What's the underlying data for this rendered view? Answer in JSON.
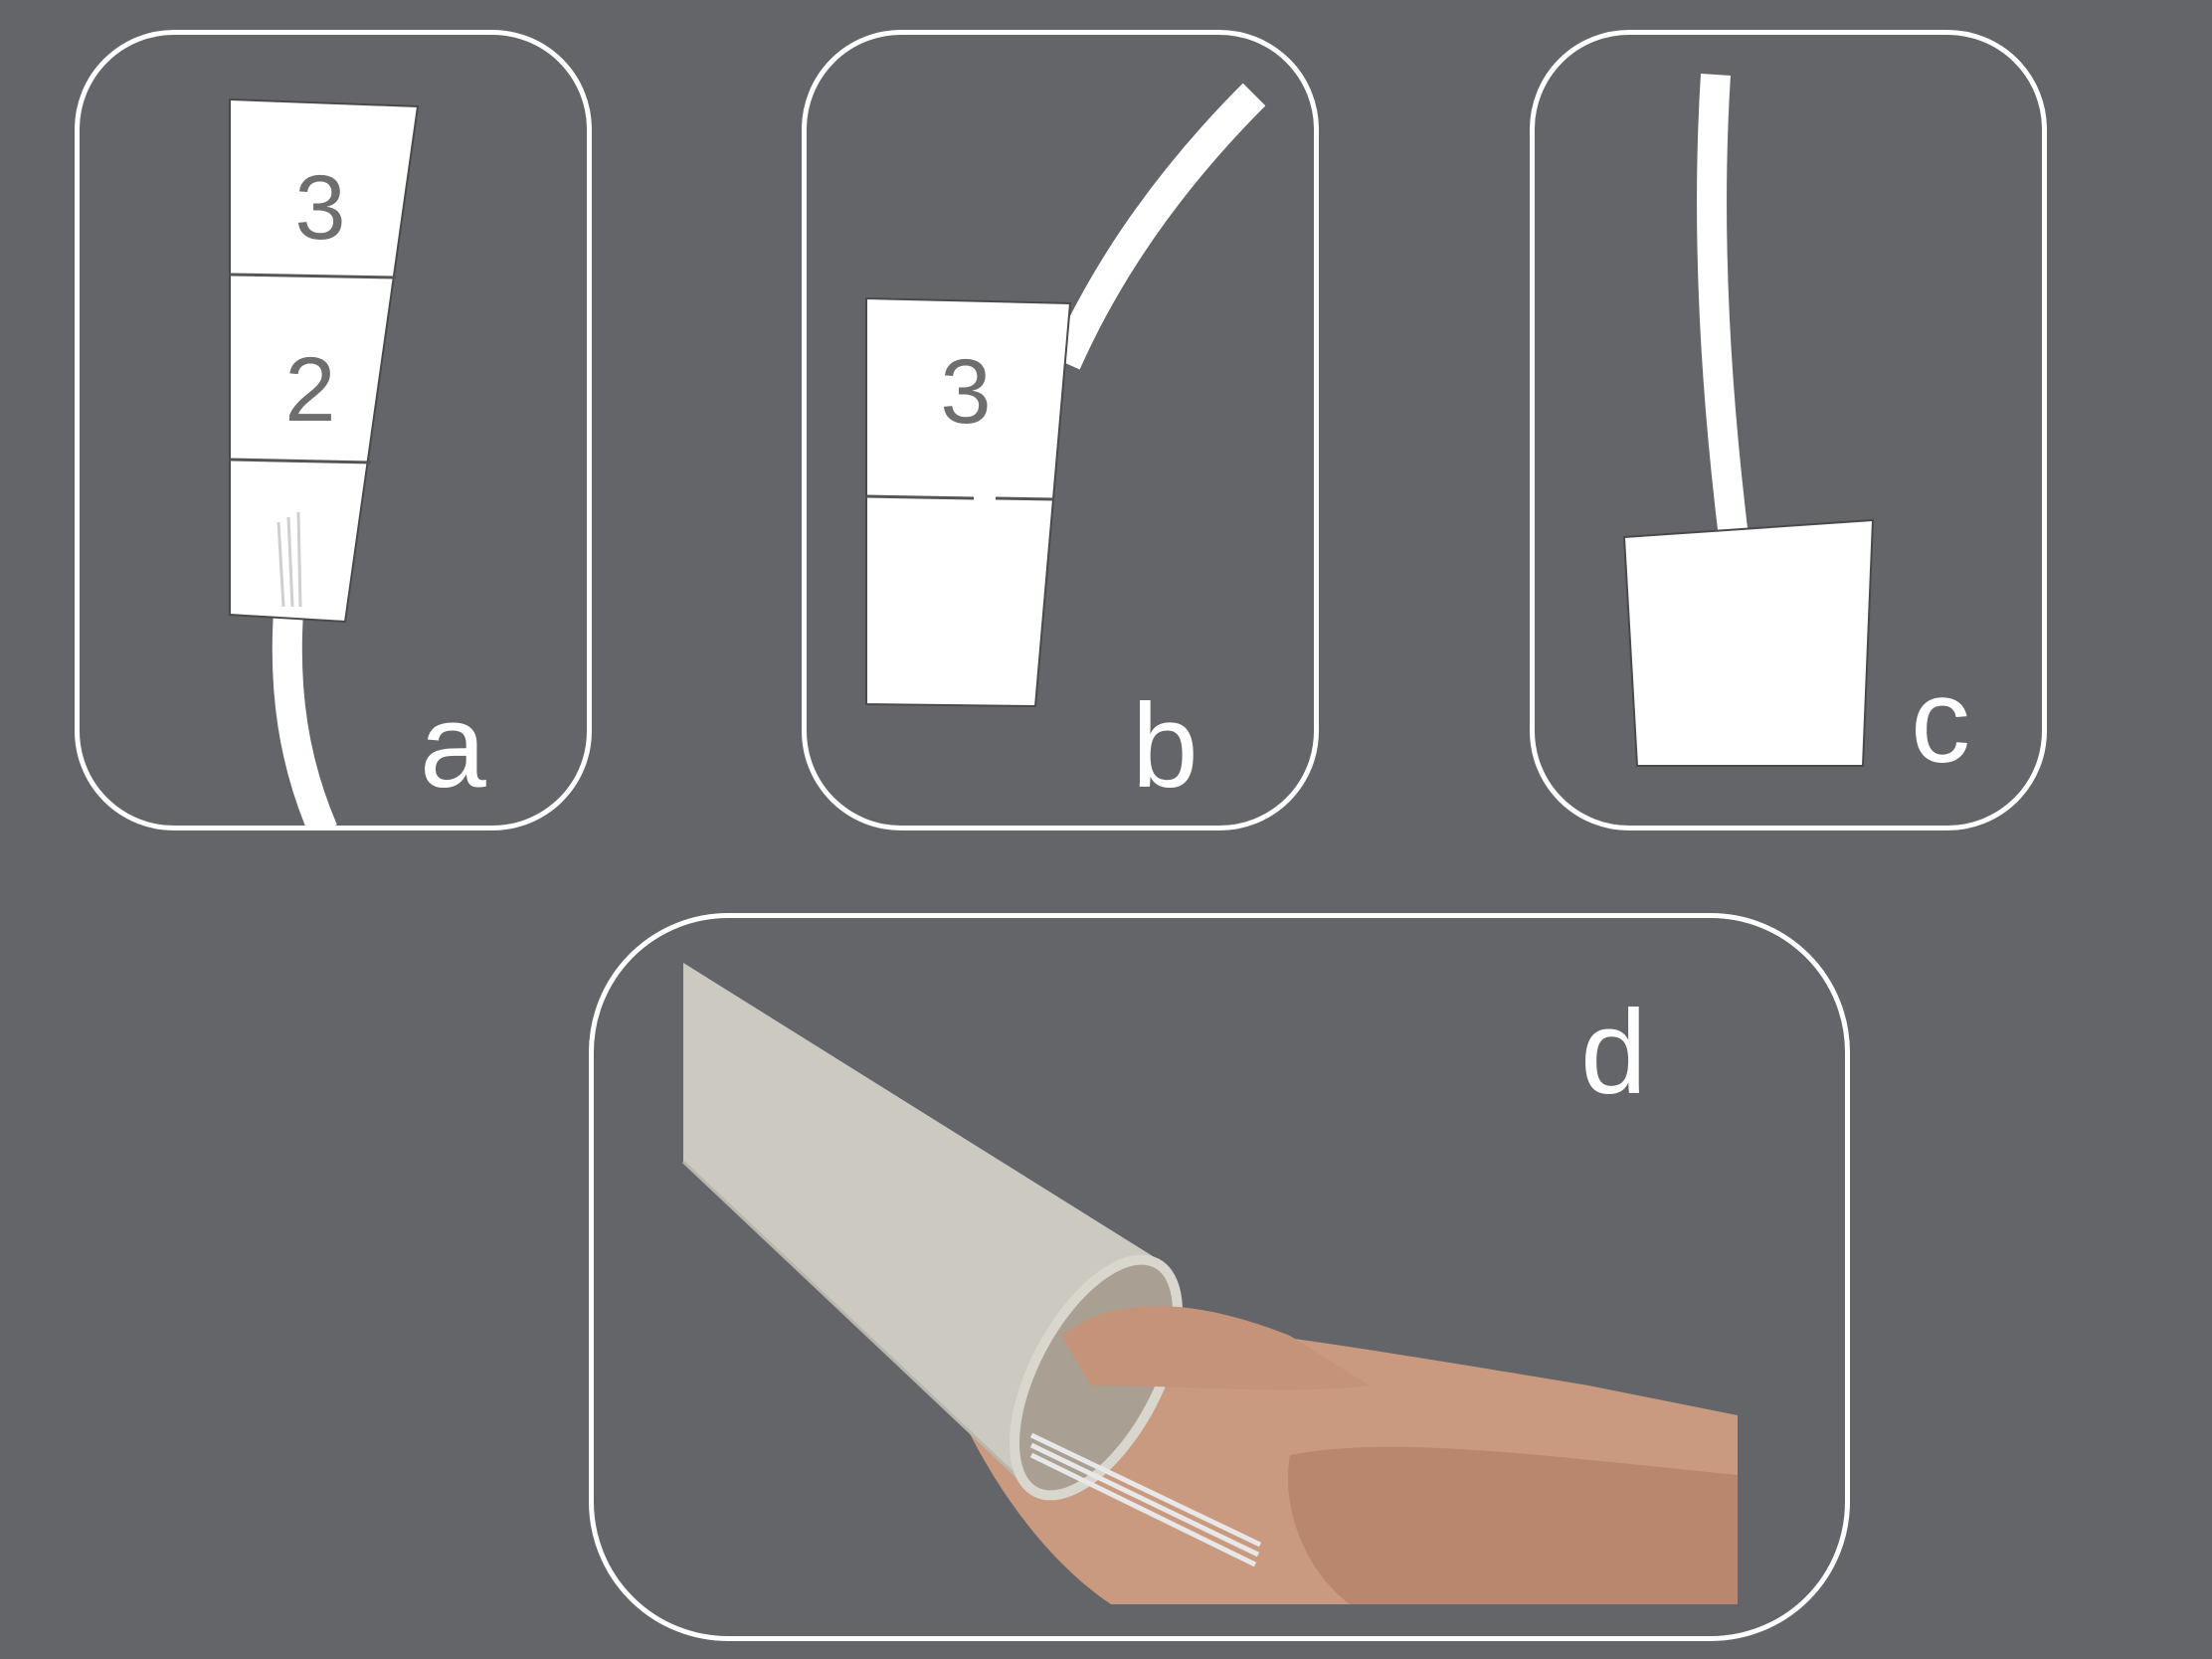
{
  "panels": [
    {
      "letter": "a",
      "segment_labels": [
        "3",
        "2"
      ]
    },
    {
      "letter": "b",
      "segment_labels": [
        "3"
      ]
    },
    {
      "letter": "c"
    },
    {
      "letter": "d"
    }
  ],
  "colors": {
    "background": "#636569",
    "frame": "#ffffff",
    "paper": "#ffffff",
    "tube": "#c9c7be",
    "skin": "#c99a80"
  }
}
